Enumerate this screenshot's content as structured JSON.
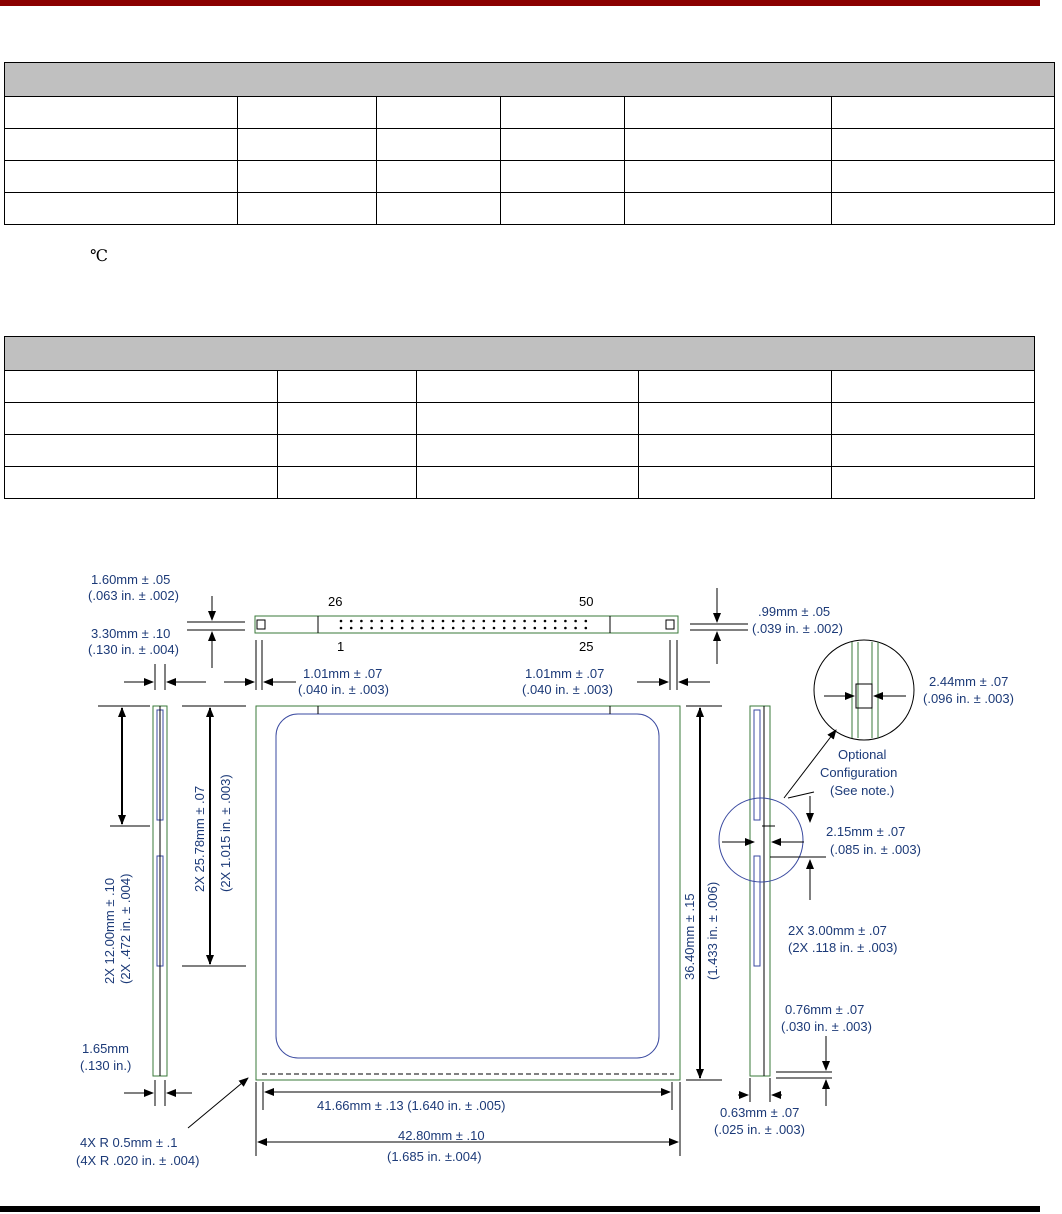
{
  "colors": {
    "top_rule": "#8b0000",
    "bottom_rule": "#000000",
    "header": "#c0c0c0",
    "dimension_text": "#1c3a78"
  },
  "note_symbol": "℃",
  "pins": {
    "p26": "26",
    "p50": "50",
    "p1": "1",
    "p25": "25"
  },
  "dims": {
    "a1": "1.60mm ± .05",
    "a2": "(.063 in. ± .002)",
    "b1": "3.30mm ± .10",
    "b2": "(.130 in. ± .004)",
    "c1": "1.01mm ± .07",
    "c2": "(.040 in. ± .003)",
    "d1": "1.01mm ± .07",
    "d2": "(.040 in. ± .003)",
    "e1": ".99mm ± .05",
    "e2": "(.039 in. ± .002)",
    "f1": "2.44mm ± .07",
    "f2": "(.096 in. ± .003)",
    "g1": "Optional",
    "g2": "Configuration",
    "g3": "(See note.)",
    "h1": "2.15mm ± .07",
    "h2": "(.085 in. ± .003)",
    "i1": "2X 3.00mm ± .07",
    "i2": "(2X .118 in. ± .003)",
    "j1": "0.76mm ± .07",
    "j2": "(.030 in. ± .003)",
    "k1": "0.63mm ± .07",
    "k2": "(.025 in. ± .003)",
    "l1": "41.66mm ± .13 (1.640 in. ± .005)",
    "m1": "42.80mm ± .10",
    "m2": "(1.685 in. ±.004)",
    "n1": "4X R 0.5mm ± .1",
    "n2": "(4X R .020 in. ± .004)",
    "o1": "1.65mm",
    "o2": "(.130 in.)",
    "v1": "2X 12.00mm ± .10",
    "v2": "(2X .472 in. ± .004)",
    "v3": "2X 25.78mm ± .07",
    "v4": "(2X 1.015 in. ± .003)",
    "v5": "36.40mm ± .15",
    "v6": "(1.433 in. ± .006)"
  }
}
